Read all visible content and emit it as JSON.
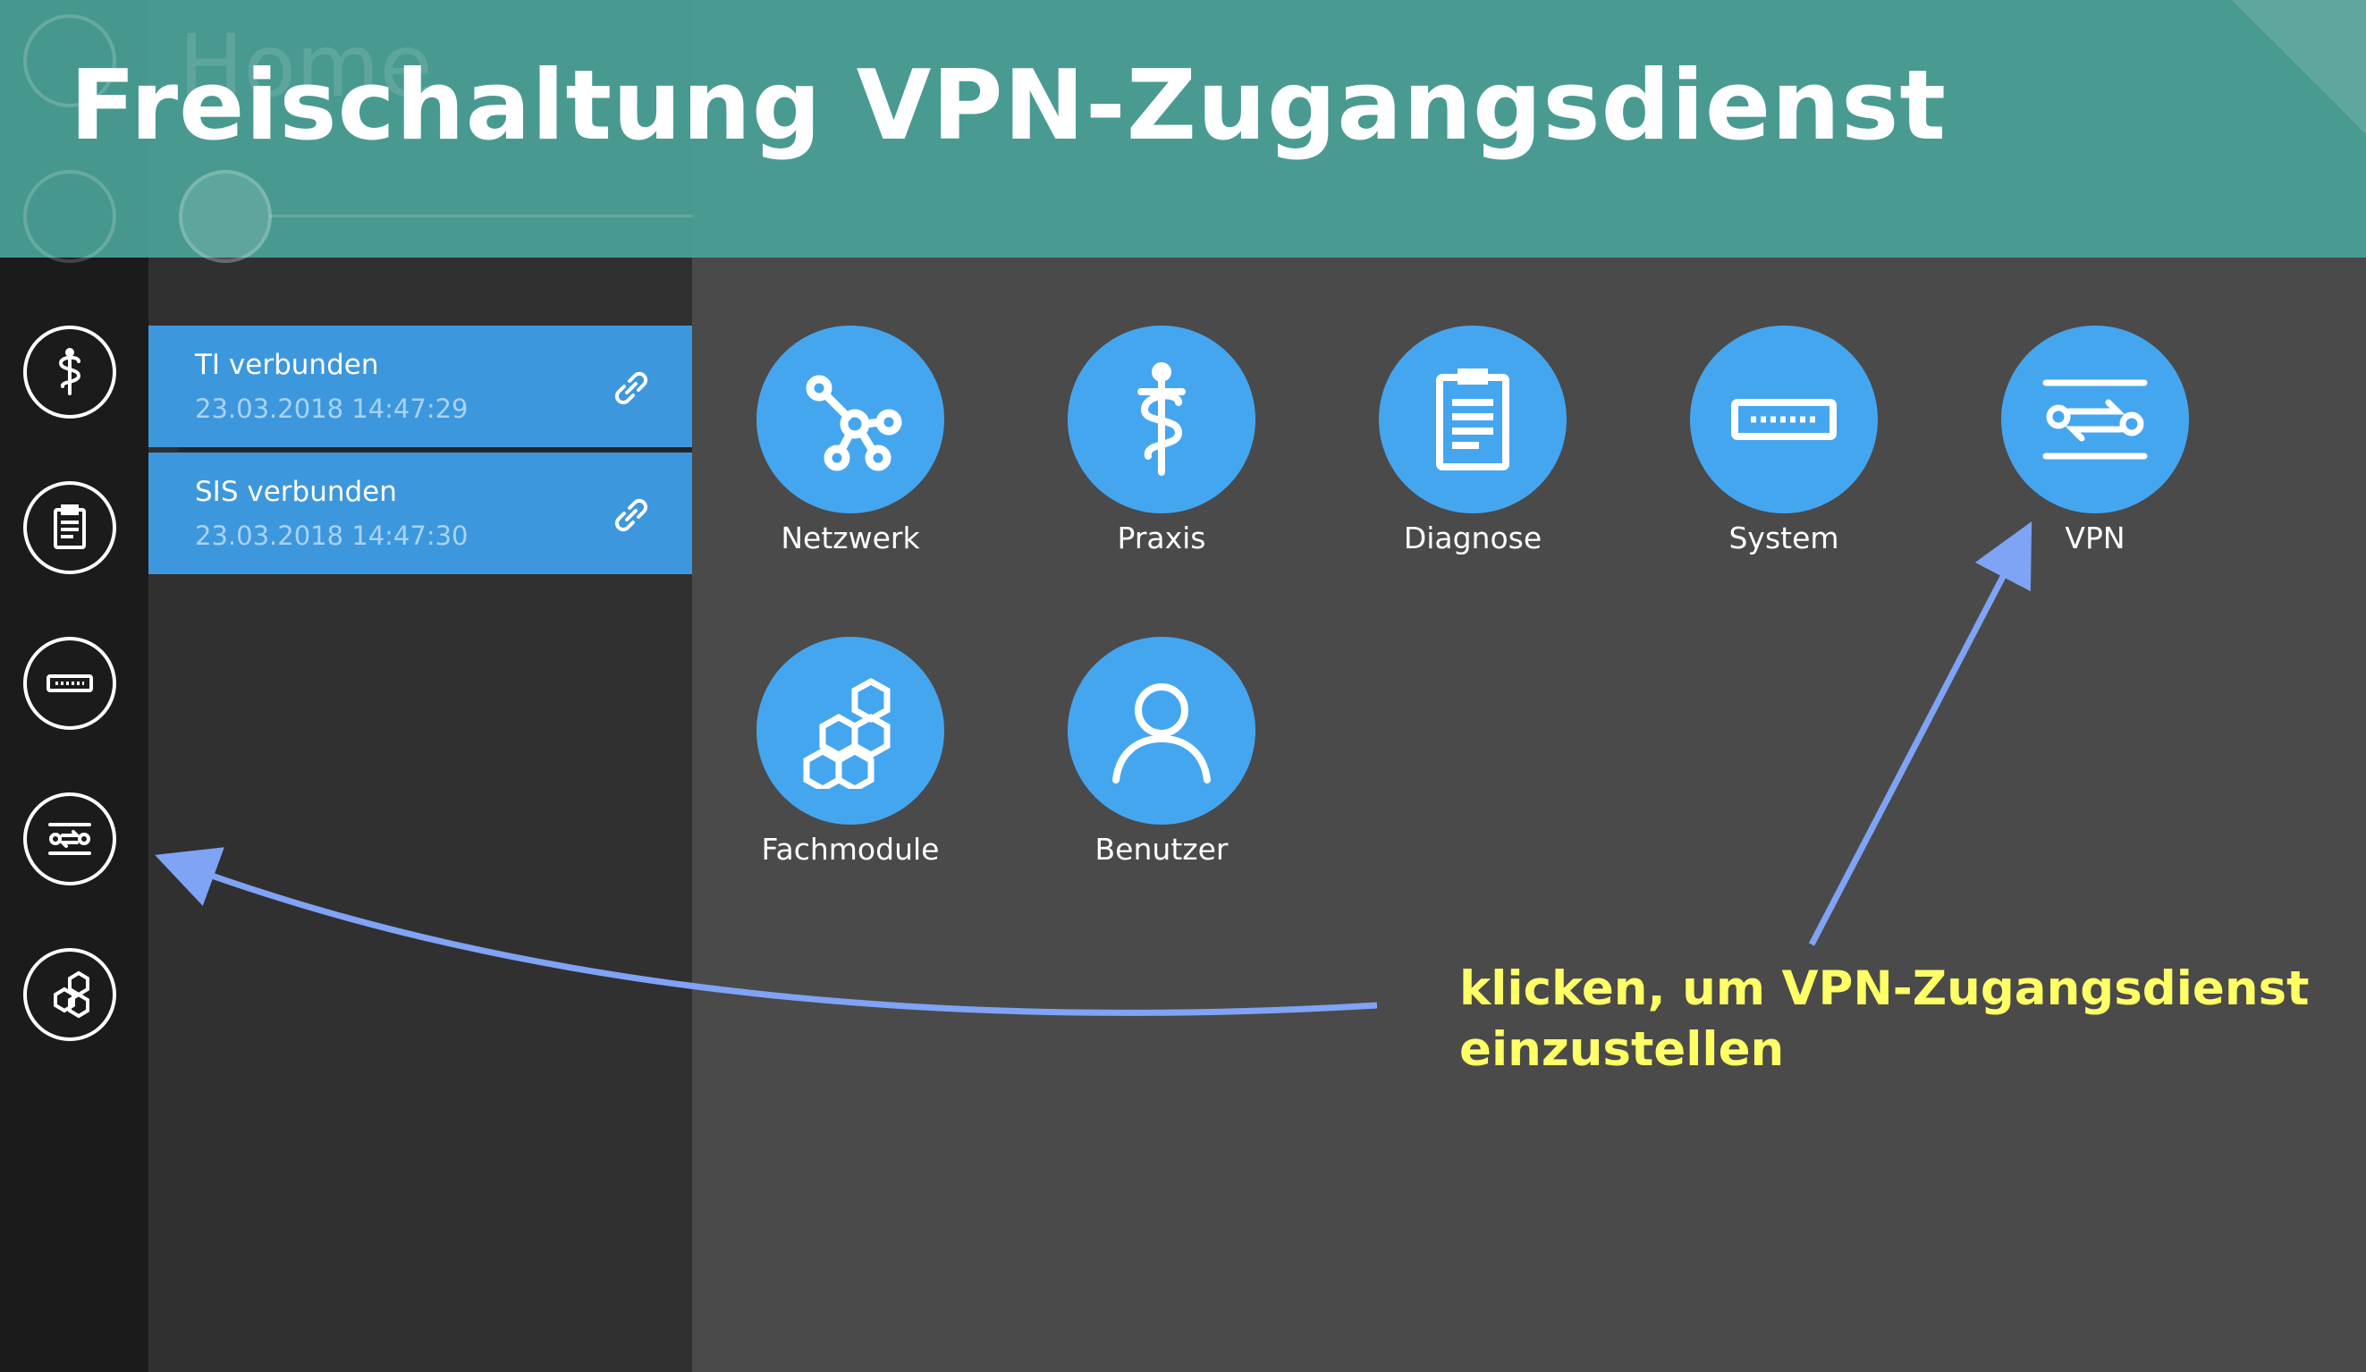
{
  "page_title": "Freischaltung VPN-Zugangsdienst",
  "background_title": "Home",
  "status_cards": [
    {
      "title": "TI verbunden",
      "timestamp": "23.03.2018 14:47:29"
    },
    {
      "title": "SIS verbunden",
      "timestamp": "23.03.2018 14:47:30"
    }
  ],
  "tiles": [
    {
      "label": "Netzwerk",
      "icon": "network-icon"
    },
    {
      "label": "Praxis",
      "icon": "caduceus-icon"
    },
    {
      "label": "Diagnose",
      "icon": "clipboard-icon"
    },
    {
      "label": "System",
      "icon": "router-icon"
    },
    {
      "label": "VPN",
      "icon": "vpn-icon"
    },
    {
      "label": "Fachmodule",
      "icon": "hexagons-icon"
    },
    {
      "label": "Benutzer",
      "icon": "user-icon"
    }
  ],
  "annotation": {
    "line1": "klicken, um VPN-Zugangsdienst",
    "line2": "einzustellen"
  },
  "colors": {
    "header": "#49a096",
    "tile": "#45a6f0",
    "status_card": "#3d97dd",
    "annotation_text": "#ffff66",
    "arrow": "#7fa3f5"
  }
}
